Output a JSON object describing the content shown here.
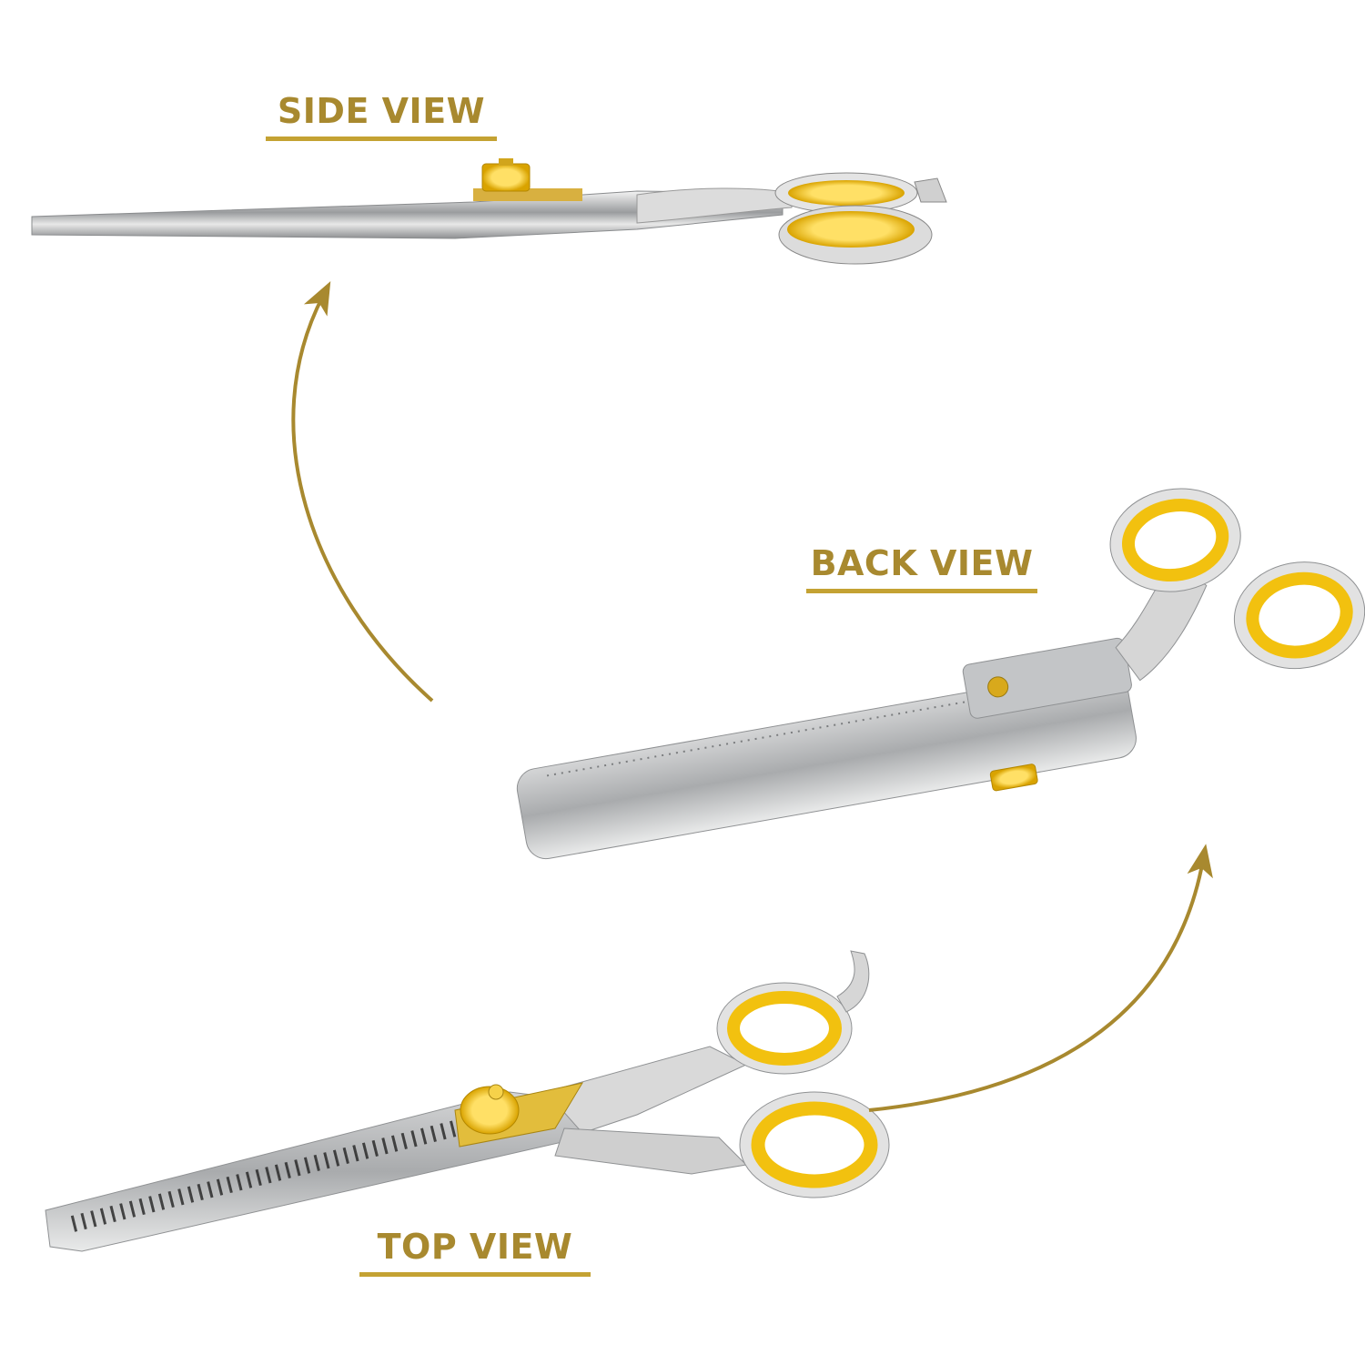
{
  "labels": {
    "side_view": "SIDE VIEW",
    "back_view": "BACK VIEW",
    "top_view": "TOP VIEW"
  },
  "colors": {
    "accent_gold": "#a8892f",
    "ring_gold": "#f2c10f",
    "steel": "#c9cbcd",
    "background": "#ffffff"
  },
  "icons": [
    "arrow-curved-up-icon",
    "arrow-curved-right-up-icon"
  ]
}
